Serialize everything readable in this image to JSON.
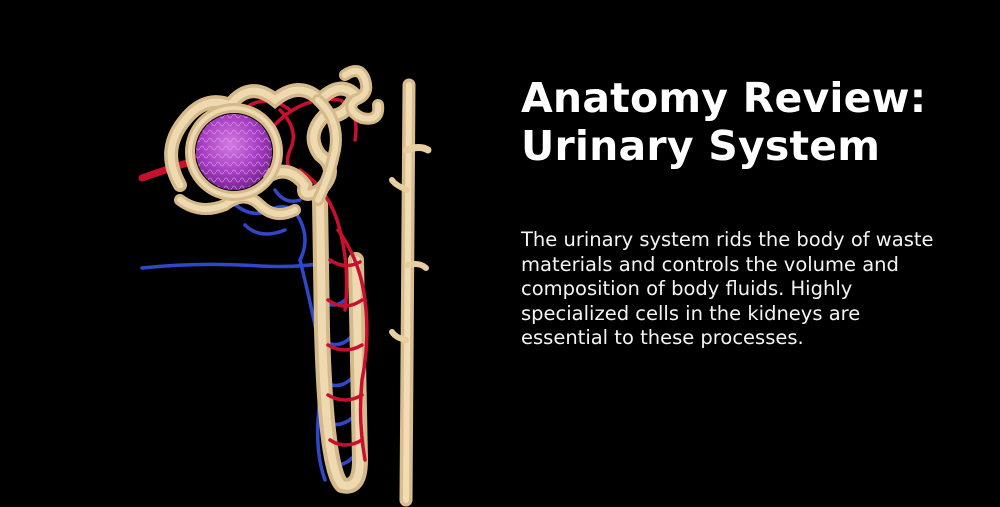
{
  "slide": {
    "title_line1": "Anatomy Review:",
    "title_line2": "Urinary System",
    "body": "The urinary system rids the body of waste materials and controls the volume and composition of body fluids. Highly specialized cells in the kidneys are essential to these processes."
  },
  "illustration": {
    "subject": "nephron",
    "colors": {
      "tubule": "#e8cfa2",
      "artery": "#c8102e",
      "vein": "#2f47c8",
      "glomerulus": "#a83fc4",
      "background": "#000000"
    }
  }
}
